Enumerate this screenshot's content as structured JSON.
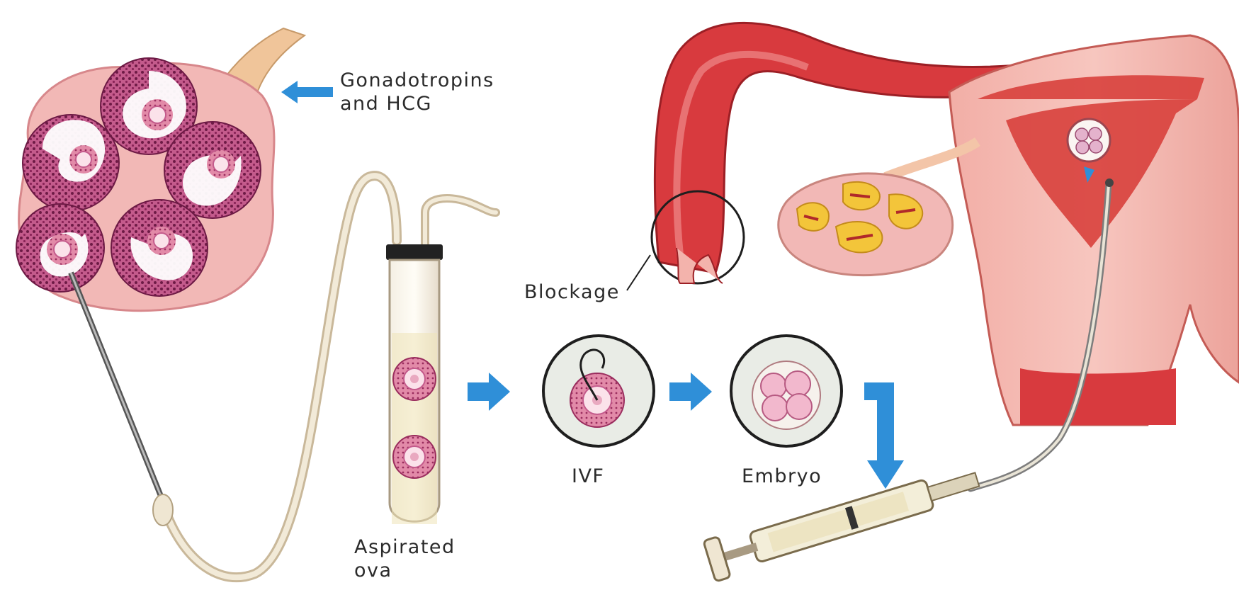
{
  "labels": {
    "gonadotropins_line1": "Gonadotropins",
    "gonadotropins_line2": "and HCG",
    "blockage": "Blockage",
    "ivf": "IVF",
    "embryo": "Embryo",
    "aspirated_line1": "Aspirated",
    "aspirated_line2": "ova"
  },
  "colors": {
    "arrow_blue": "#2f8fd8",
    "ovary_pink": "#f2b8b6",
    "follicle_magenta": "#a8306a",
    "uterus_red": "#d83a3e",
    "uterus_pink": "#f3b3ac",
    "yellow_follicle": "#f3c53a",
    "dish_bg": "#e9ece6"
  },
  "icons": {
    "arrow_in": "arrow-left-icon",
    "flow_arrows": "arrow-right-icon",
    "down_arrow": "arrow-down-icon"
  }
}
